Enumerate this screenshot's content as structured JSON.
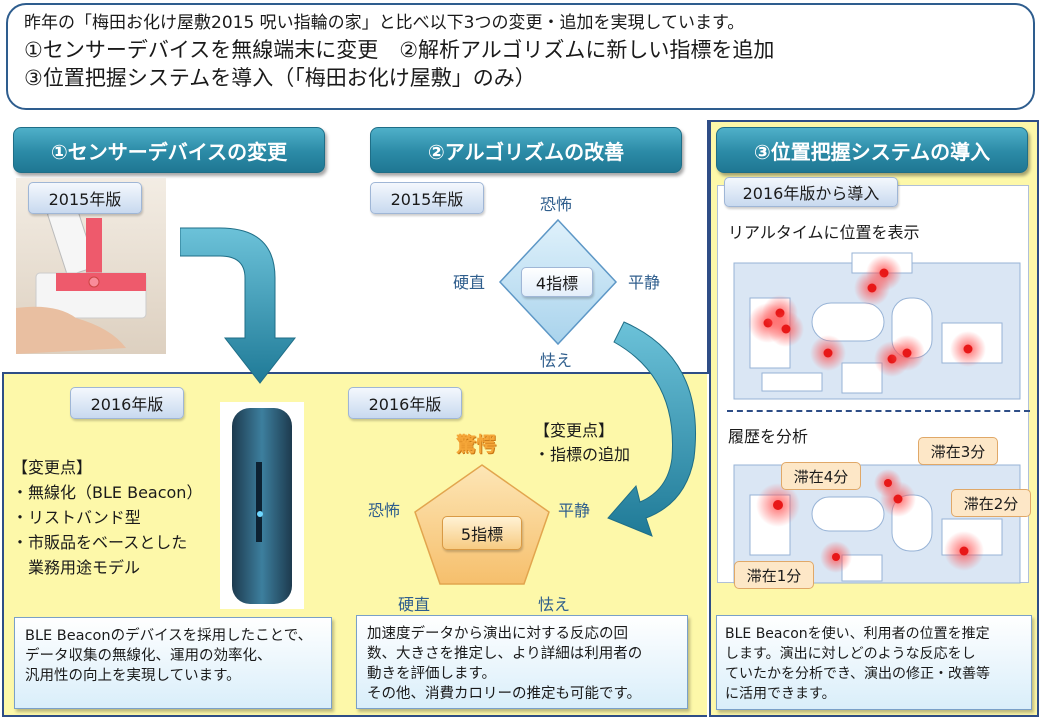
{
  "intro": {
    "line1": "昨年の「梅田お化け屋敷2015 呪い指輪の家」と比べ以下3つの変更・追加を実現しています。",
    "line2": "①センサーデバイスを無線端末に変更　②解析アルゴリズムに新しい指標を追加",
    "line3": "③位置把握システムを導入（「梅田お化け屋敷」のみ）"
  },
  "section1": {
    "title": "①センサーデバイスの変更",
    "ver2015": "2015年版",
    "ver2016": "2016年版",
    "changes_title": "【変更点】",
    "changes": [
      "・無線化（BLE Beacon）",
      "・リストバンド型",
      "・市販品をベースとした",
      "　業務用途モデル"
    ],
    "desc": [
      "BLE Beaconのデバイスを採用したことで、",
      "データ収集の無線化、運用の効率化、",
      "汎用性の向上を実現しています。"
    ]
  },
  "section2": {
    "title": "②アルゴリズムの改善",
    "ver2015": "2015年版",
    "ver2016": "2016年版",
    "diamond": {
      "center": "4指標",
      "top": "恐怖",
      "left": "硬直",
      "right": "平静",
      "bottom": "怯え"
    },
    "pentagon": {
      "center": "5指標",
      "top": "驚愕",
      "left": "恐怖",
      "right": "平静",
      "bottom_left": "硬直",
      "bottom_right": "怯え"
    },
    "changes_title": "【変更点】",
    "changes": [
      "・指標の追加"
    ],
    "desc": [
      "加速度データから演出に対する反応の回",
      "数、大きさを推定し、より詳細は利用者の",
      "動きを評価します。",
      "その他、消費カロリーの推定も可能です。"
    ]
  },
  "section3": {
    "title": "③位置把握システムの導入",
    "ver2016": "2016年版から導入",
    "realtime": "リアルタイムに位置を表示",
    "history": "履歴を分析",
    "stays": [
      "滞在4分",
      "滞在3分",
      "滞在2分",
      "滞在1分"
    ],
    "desc": [
      "BLE Beaconを使い、利用者の位置を推定",
      "します。演出に対しどのような反応をし",
      "ていたかを分析でき、演出の修正・改善等",
      "に活用できます。"
    ]
  },
  "colors": {
    "accent": "#2b8aa6",
    "frame": "#2e4d86",
    "yellow": "#fdf8a9",
    "dot": "#e81818"
  }
}
